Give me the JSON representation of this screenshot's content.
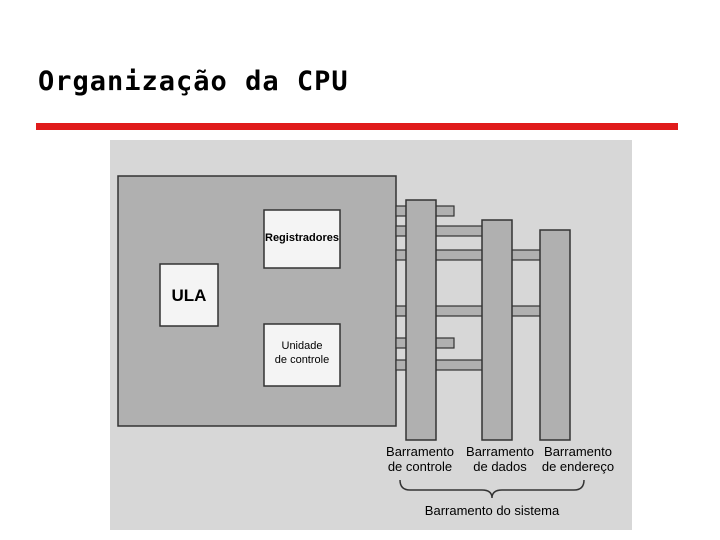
{
  "slide": {
    "title": "Organização da CPU",
    "accent_color": "#e01b1b"
  },
  "diagram": {
    "alu_label": "ULA",
    "registers_label": "Registradores",
    "control_unit_label_line1": "Unidade",
    "control_unit_label_line2": "de controle",
    "buses": [
      {
        "line1": "Barramento",
        "line2": "de controle"
      },
      {
        "line1": "Barramento",
        "line2": "de dados"
      },
      {
        "line1": "Barramento",
        "line2": "de endereço"
      }
    ],
    "system_bus_label": "Barramento do sistema"
  }
}
